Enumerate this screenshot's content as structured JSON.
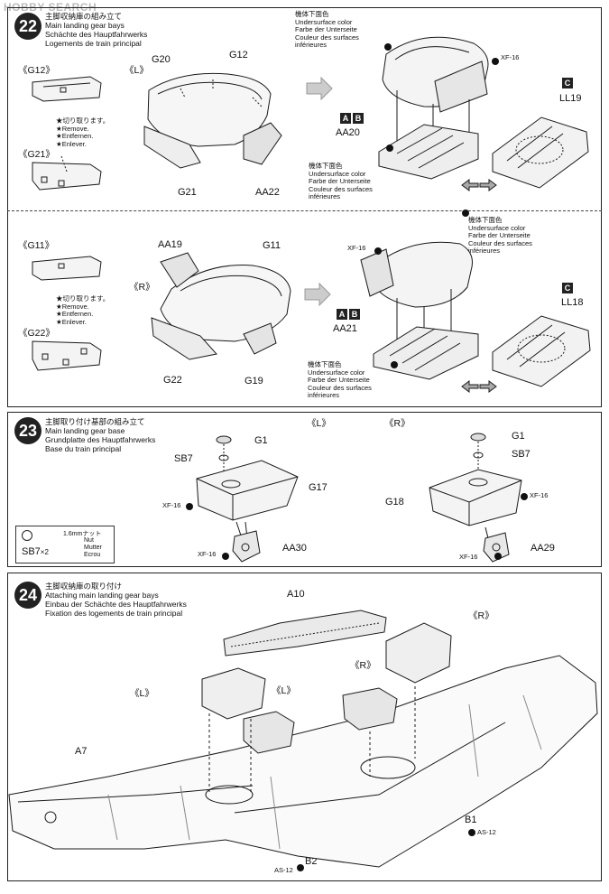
{
  "header": {
    "logo_text": "HOBBY SEARCH"
  },
  "step22": {
    "number": "22",
    "caption_ja": "主脚収納庫の組み立て",
    "caption_en": "Main landing gear bays",
    "caption_de": "Schächte des Hauptfahrwerks",
    "caption_fr": "Logements de train principal",
    "top": {
      "g12": "《G12》",
      "g21_bracket": "《G21》",
      "side": "《L》",
      "cut_ja": "★切り取ります。",
      "cut_en": "★Remove.",
      "cut_de": "★Entfernen.",
      "cut_fr": "★Enlever.",
      "part_g20": "G20",
      "part_g12": "G12",
      "part_g21": "G21",
      "part_aa22": "AA22",
      "paint_ja": "機体下面色",
      "paint_en": "Undersurface color",
      "paint_de": "Farbe der Unterseite",
      "paint_fr1": "Couleur des surfaces",
      "paint_fr2": "inférieures",
      "xf16": "XF-16",
      "tag_a": "A",
      "tag_b": "B",
      "part_aa20": "AA20",
      "paint2_ja": "機体下面色",
      "paint2_en": "Undersurface color",
      "paint2_de": "Farbe der Unterseite",
      "paint2_fr1": "Couleur des surfaces",
      "paint2_fr2": "inférieures",
      "tag_c": "C",
      "part_ll19": "LL19"
    },
    "bottom": {
      "g11": "《G11》",
      "g22_bracket": "《G22》",
      "side": "《R》",
      "cut_ja": "★切り取ります。",
      "cut_en": "★Remove.",
      "cut_de": "★Entfernen.",
      "cut_fr": "★Enlever.",
      "part_aa19": "AA19",
      "part_g11": "G11",
      "part_g22": "G22",
      "part_g19": "G19",
      "paint_ja": "機体下面色",
      "paint_en": "Undersurface color",
      "paint_de": "Farbe der Unterseite",
      "paint_fr1": "Couleur des surfaces",
      "paint_fr2": "inférieures",
      "xf16": "XF-16",
      "tag_a": "A",
      "tag_b": "B",
      "part_aa21": "AA21",
      "paint2_ja": "機体下面色",
      "paint2_en": "Undersurface color",
      "paint2_de": "Farbe der Unterseite",
      "paint2_fr1": "Couleur des surfaces",
      "paint2_fr2": "inférieures",
      "tag_c": "C",
      "part_ll18": "LL18"
    }
  },
  "step23": {
    "number": "23",
    "caption_ja": "主脚取り付け基部の組み立て",
    "caption_en": "Main landing gear base",
    "caption_de": "Grundplatte des Hauptfahrwerks",
    "caption_fr": "Base du train principal",
    "left_side": "《L》",
    "right_side": "《R》",
    "l_g1": "G1",
    "l_sb7": "SB7",
    "l_g17": "G17",
    "l_xf16a": "XF-16",
    "l_xf16b": "XF-16",
    "l_aa30": "AA30",
    "r_g1": "G1",
    "r_sb7": "SB7",
    "r_g18": "G18",
    "r_xf16a": "XF-16",
    "r_xf16b": "XF-16",
    "r_aa29": "AA29",
    "legend": {
      "size_ja": "1.6mmナット",
      "nut": "Nut",
      "mutter": "Mutter",
      "ecrou": "Ecrou",
      "part": "SB7",
      "qty": "×2"
    }
  },
  "step24": {
    "number": "24",
    "caption_ja": "主脚収納庫の取り付け",
    "caption_en": "Attaching main landing gear bays",
    "caption_de": "Einbau der Schächte des Hauptfahrwerks",
    "caption_fr": "Fixation des logements de train principal",
    "part_a10": "A10",
    "side_r1": "《R》",
    "side_r2": "《R》",
    "side_l1": "《L》",
    "side_l2": "《L》",
    "part_a7": "A7",
    "part_b1": "B1",
    "part_b2": "B2",
    "as12a": "AS-12",
    "as12b": "AS-12"
  },
  "colors": {
    "ink": "#1a1a1a",
    "paper": "#ffffff",
    "shade": "#cfcfcf"
  }
}
